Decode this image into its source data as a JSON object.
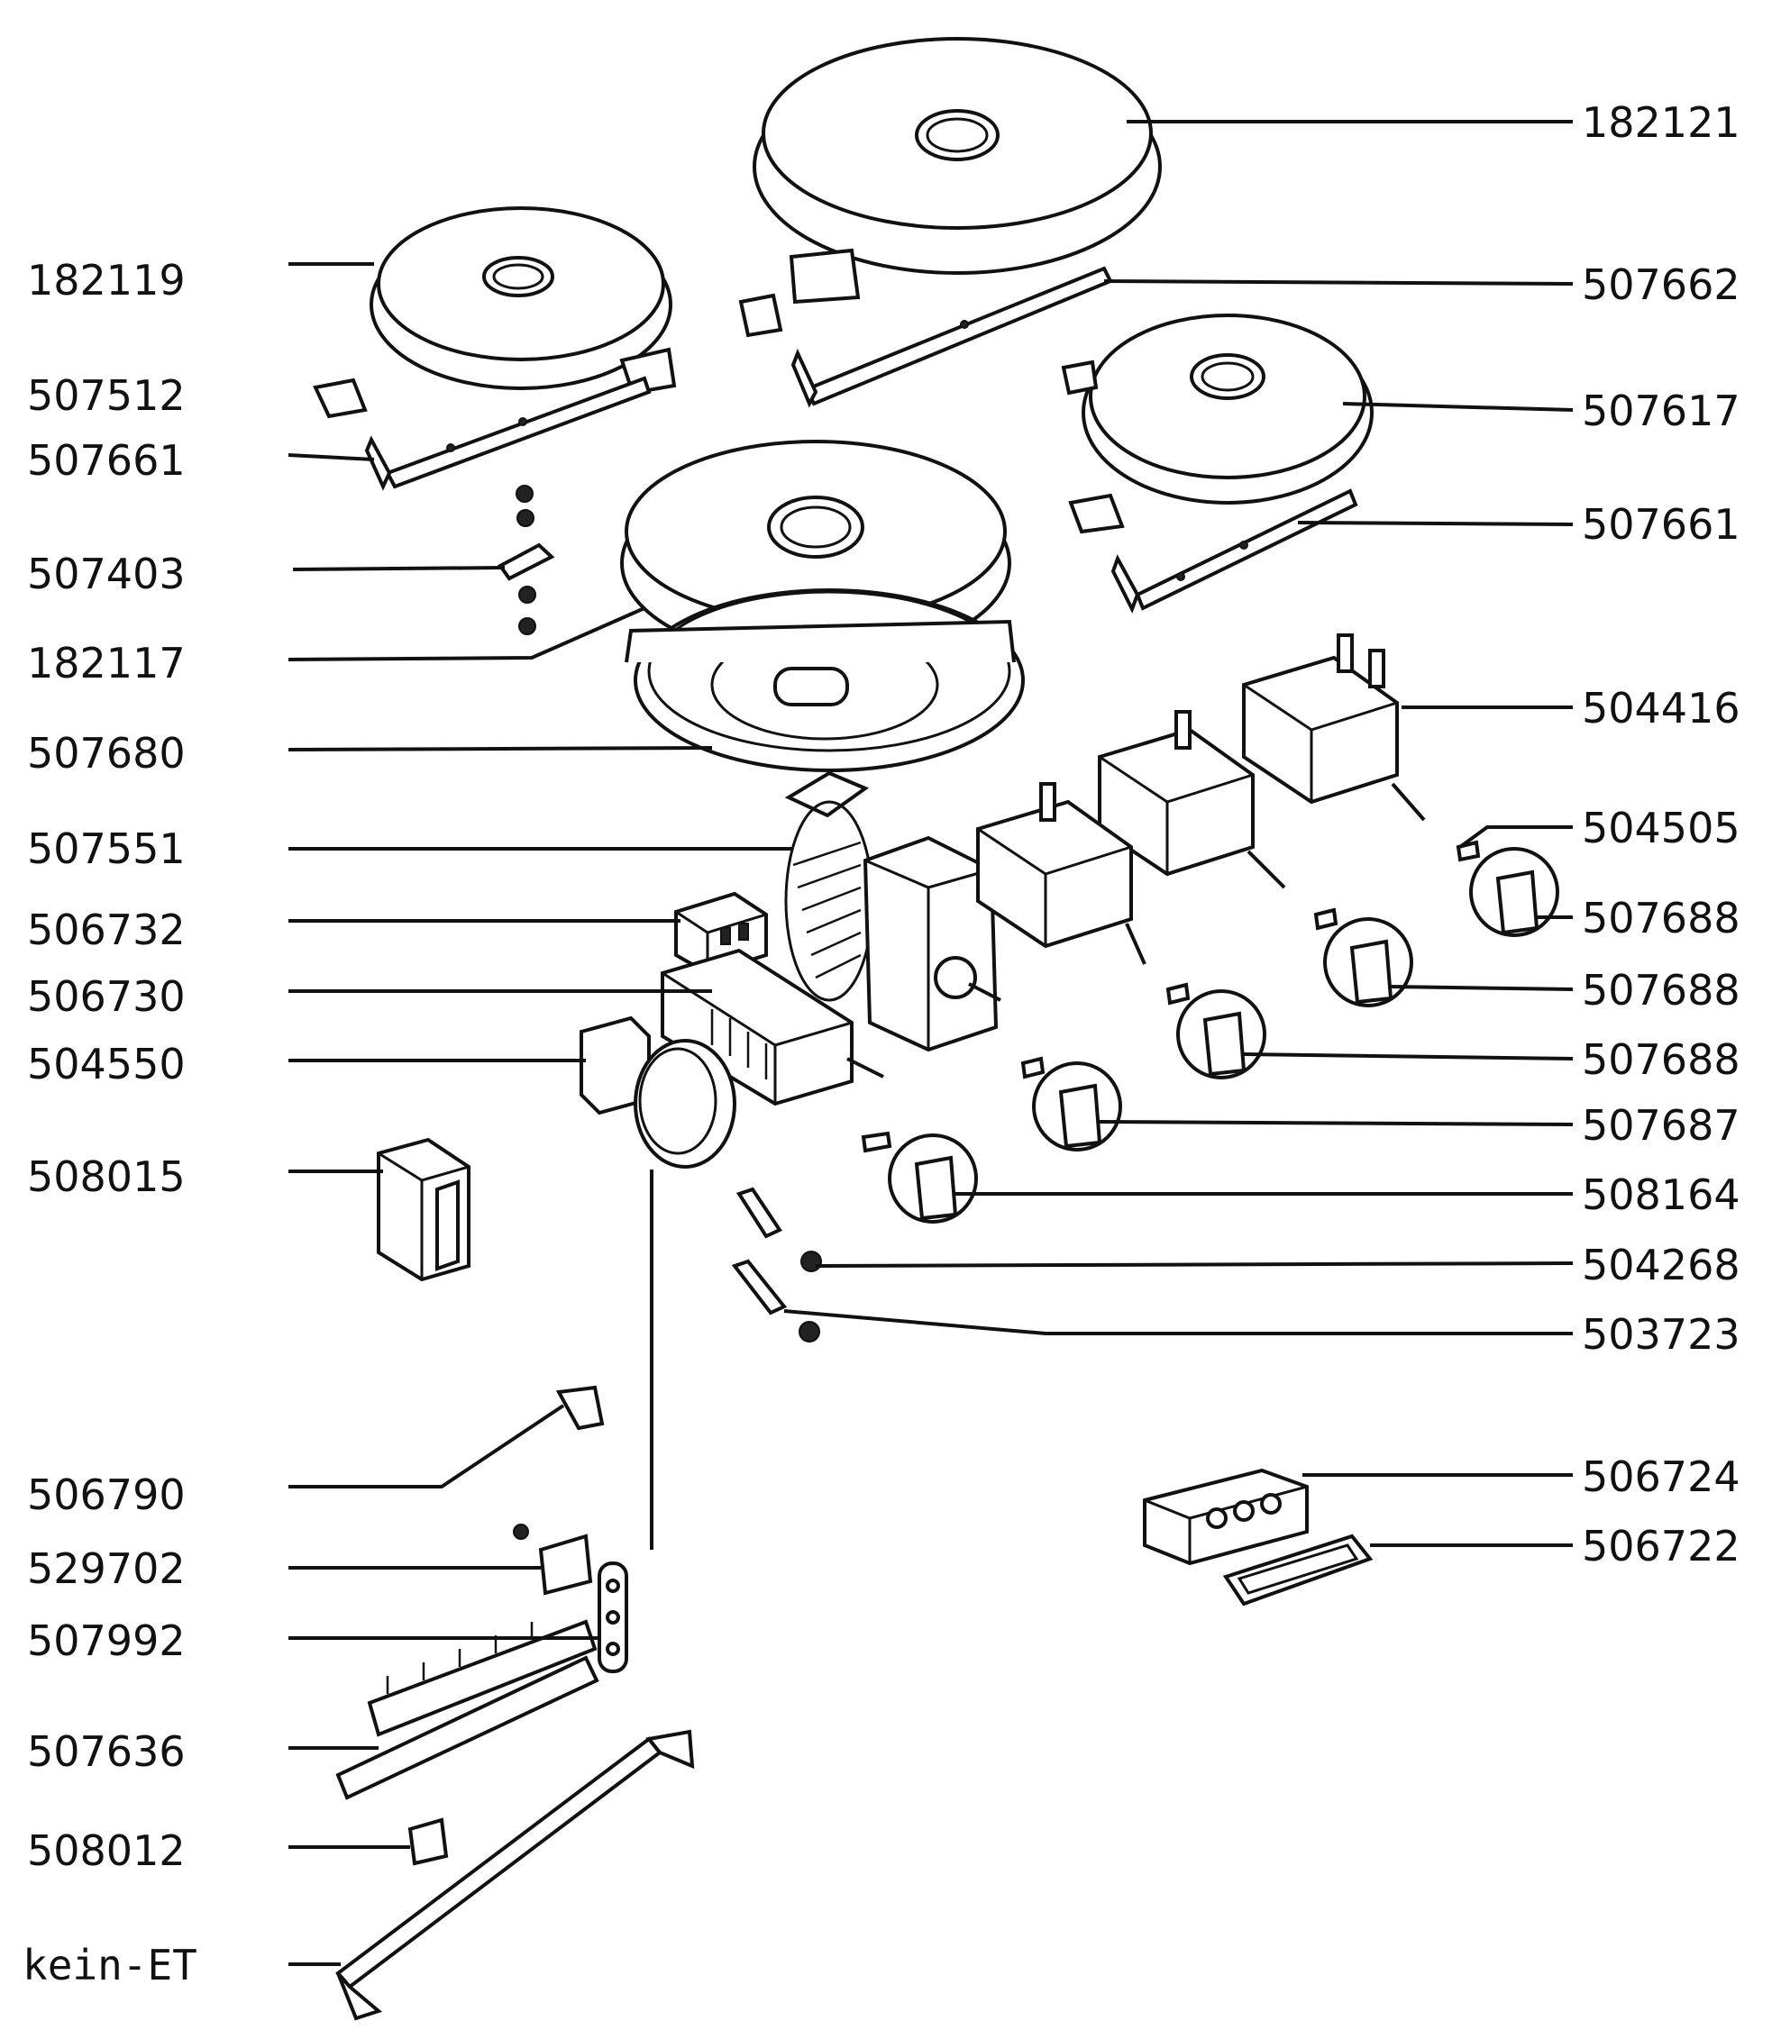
{
  "labels": {
    "l182121": "182121",
    "l507662": "507662",
    "l507617": "507617",
    "l507661r": "507661",
    "l504416": "504416",
    "l504505": "504505",
    "l507688a": "507688",
    "l507688b": "507688",
    "l507688c": "507688",
    "l507687": "507687",
    "l508164": "508164",
    "l504268": "504268",
    "l503723": "503723",
    "l506724": "506724",
    "l506722": "506722",
    "l182119": "182119",
    "l507512": "507512",
    "l507661l": "507661",
    "l507403": "507403",
    "l182117": "182117",
    "l507680": "507680",
    "l507551": "507551",
    "l506732": "506732",
    "l506730": "506730",
    "l504550": "504550",
    "l508015": "508015",
    "l506790": "506790",
    "l529702": "529702",
    "l507992": "507992",
    "l507636": "507636",
    "l508012": "508012",
    "lkeinET": "kein-ET"
  }
}
